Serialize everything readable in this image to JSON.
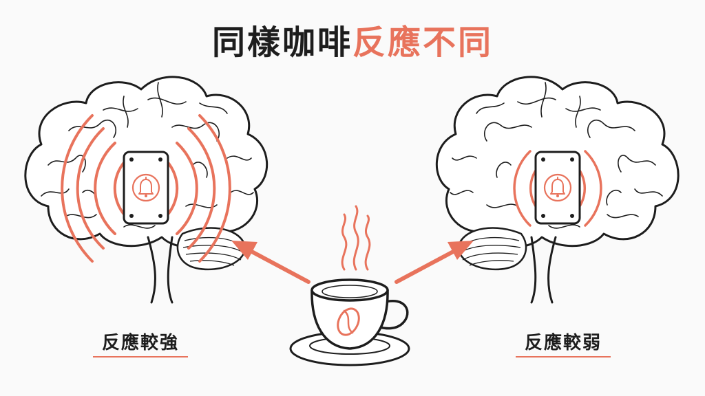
{
  "title": {
    "part1": "同樣咖啡",
    "part2": "反應不同"
  },
  "left": {
    "label": "反應較強"
  },
  "right": {
    "label": "反應較弱"
  },
  "colors": {
    "accent": "#e8735c",
    "ink": "#1d1d1d",
    "background": "#fafafa"
  },
  "icons": {
    "receptor": "bell-icon",
    "bean": "coffee-bean-icon"
  }
}
